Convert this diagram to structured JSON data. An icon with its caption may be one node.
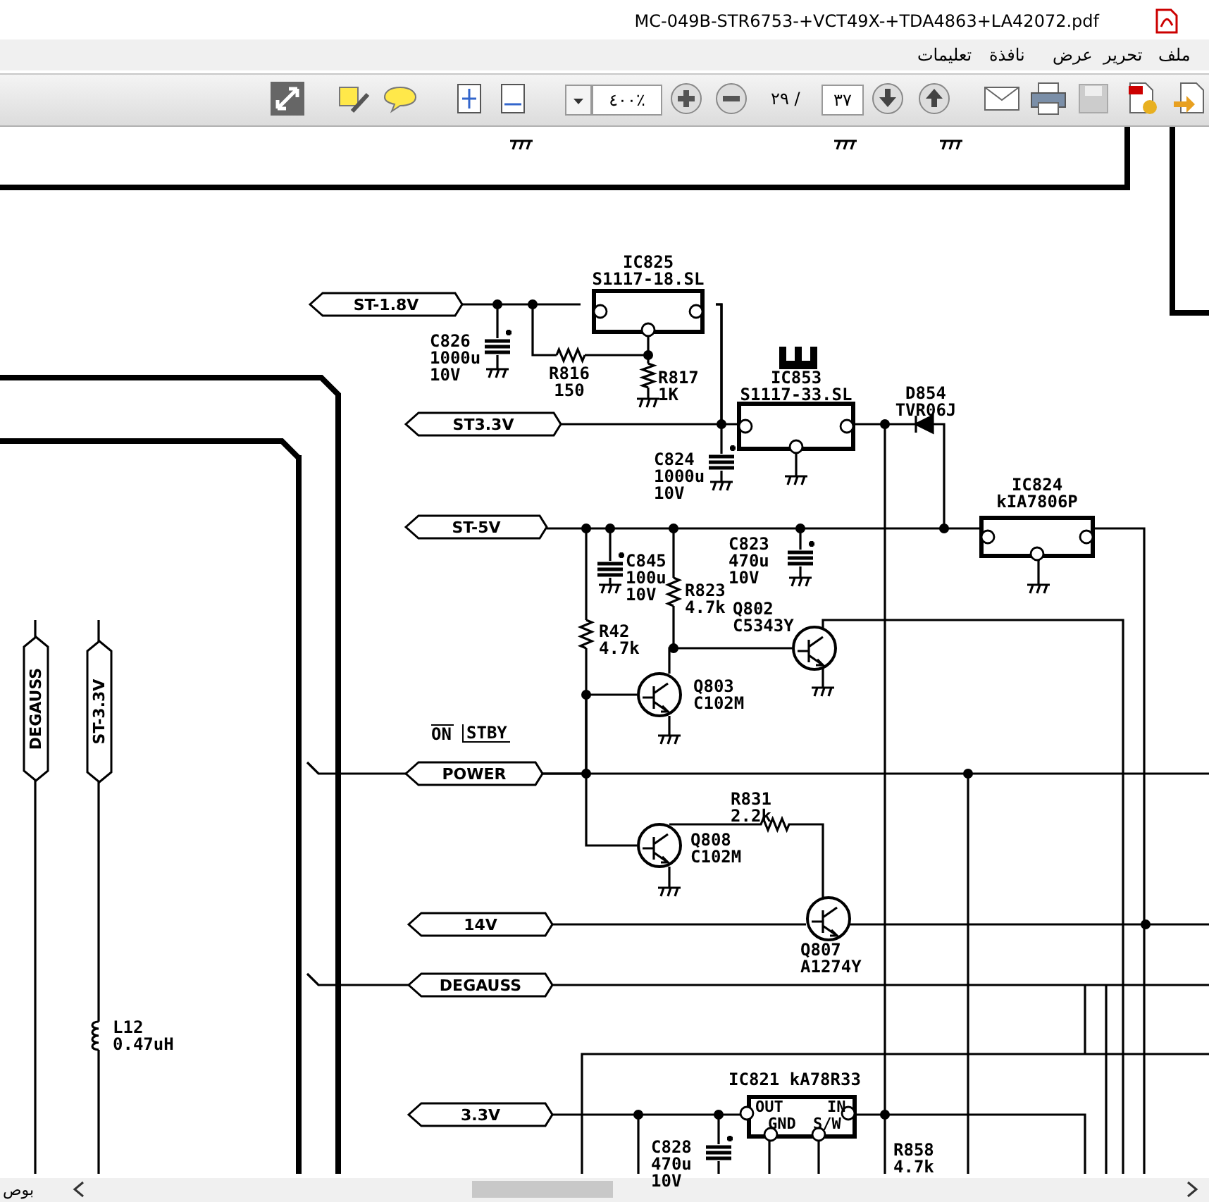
{
  "diagram": {
    "nodes": [
      {
        "text": [
          "ST-1.8V"
        ]
      },
      {
        "text": [
          "IC825",
          "S1117-18.SL"
        ]
      },
      {
        "text": [
          "IC853",
          "S1117-33.SL"
        ]
      },
      {
        "text": [
          "ST3.3V"
        ]
      },
      {
        "text": [
          "ST-5V"
        ]
      },
      {
        "text": [
          "IC824",
          "kIA7806P"
        ]
      },
      {
        "text": [],
        "shape": "circle",
        "beside": [
          "Q802",
          "C5343Y"
        ]
      },
      {
        "text": [],
        "shape": "circle",
        "beside": [
          "Q803",
          "C102M"
        ]
      },
      {
        "text": [
          "DEGAUSS"
        ]
      },
      {
        "text": [
          "ST-3.3V"
        ]
      },
      {
        "text": [
          "POWER"
        ]
      },
      {
        "text": [],
        "shape": "circle",
        "beside": [
          "Q808",
          "C102M"
        ]
      },
      {
        "text": [],
        "shape": "circle",
        "beside": [
          "Q807",
          "A1274Y"
        ]
      },
      {
        "text": [
          "14V"
        ]
      },
      {
        "text": [
          "DEGAUSS"
        ]
      },
      {
        "text": [
          "IC821 kA78R33",
          "OUT",
          "IN",
          "GND",
          "S/W"
        ]
      },
      {
        "text": [
          "3.3V"
        ]
      },
      {
        "text": [],
        "shape": "bar"
      }
    ],
    "edges": [
      {
        "from": 0,
        "to": 1,
        "arrow": "none"
      },
      {
        "from": 1,
        "to": 3,
        "arrow": "none"
      },
      {
        "from": 1,
        "to": 2,
        "arrow": "none"
      },
      {
        "from": 4,
        "to": 5,
        "arrow": "none"
      },
      {
        "from": 7,
        "to": 6,
        "arrow": "none"
      },
      {
        "from": 10,
        "to": 7,
        "arrow": "none"
      },
      {
        "from": 10,
        "to": 11,
        "arrow": "none"
      },
      {
        "from": 13,
        "to": 12,
        "arrow": "none"
      },
      {
        "from": 16,
        "to": 15,
        "arrow": "none"
      },
      {
        "from": 11,
        "to": 12,
        "arrow": "none"
      },
      {
        "from": 10,
        "to": 17,
        "arrow": "none"
      },
      {
        "from": 14,
        "to": 17,
        "arrow": "none"
      }
    ],
    "labels": [
      "MC-049B-STR6753-+VCT49X-+TDA4863+LA42072.pdf",
      "ملف",
      "تحرير",
      "عرض",
      "نافذة",
      "تعليمات",
      "٤٠٠٪",
      "٢٩ /",
      "٣٧",
      "C826 1000u 10V",
      "R816 150",
      "R817 1K",
      "D854 TVR06J",
      "C824 1000u 10V",
      "C845 100u 10V",
      "C823 470u 10V",
      "R823 4.7k",
      "R42 4.7k",
      "ON",
      "STBY",
      "R831 2.2k",
      "L12 0.47uH",
      "C828 470u 10V",
      "R858 4.7k",
      "بوص"
    ]
  }
}
